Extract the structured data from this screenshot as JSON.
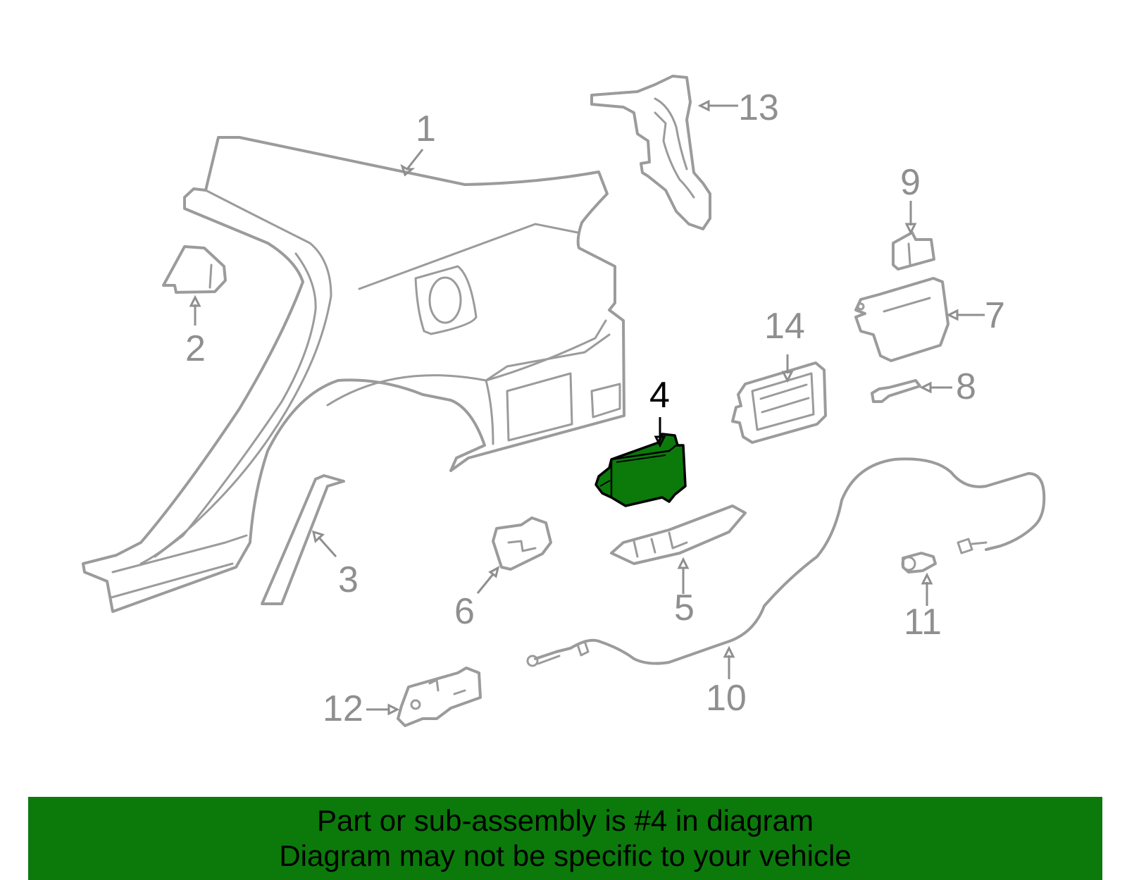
{
  "diagram": {
    "highlight_color": "#0b7a0b",
    "line_color": "#9b9b9b",
    "callouts": {
      "c1": "1",
      "c2": "2",
      "c3": "3",
      "c4": "4",
      "c5": "5",
      "c6": "6",
      "c7": "7",
      "c8": "8",
      "c9": "9",
      "c10": "10",
      "c11": "11",
      "c12": "12",
      "c13": "13",
      "c14": "14"
    },
    "highlighted_part": "4"
  },
  "banner": {
    "background": "#0b7a0b",
    "line1": "Part or sub-assembly is #4 in diagram",
    "line2": "Diagram may not be specific to your vehicle"
  }
}
